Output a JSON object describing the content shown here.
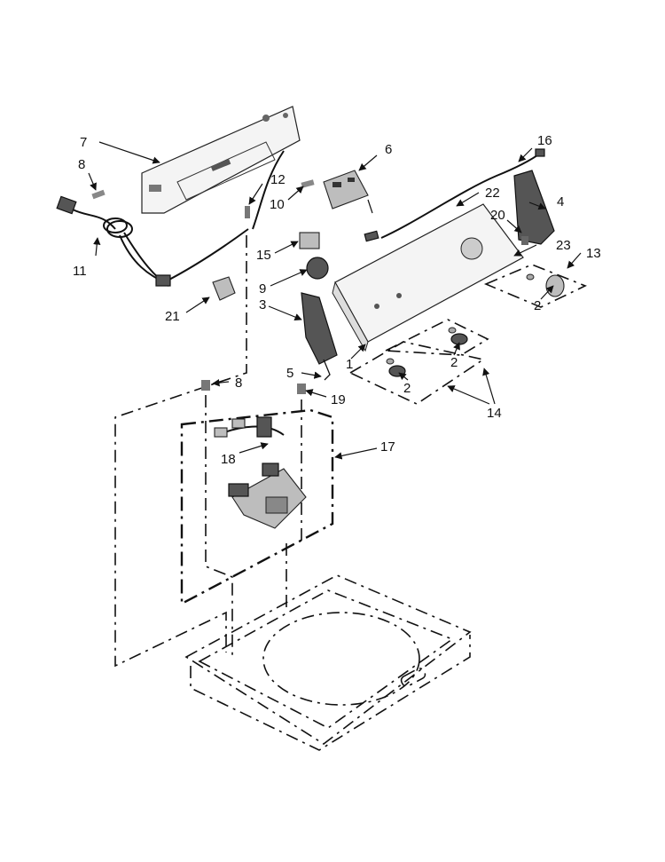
{
  "callouts": {
    "c1": "1",
    "c2a": "2",
    "c2b": "2",
    "c2c": "2",
    "c3": "3",
    "c4": "4",
    "c5": "5",
    "c6": "6",
    "c7": "7",
    "c8a": "8",
    "c8b": "8",
    "c9": "9",
    "c10": "10",
    "c11": "11",
    "c12": "12",
    "c13": "13",
    "c14": "14",
    "c15": "15",
    "c16": "16",
    "c17": "17",
    "c18": "18",
    "c19": "19",
    "c20": "20",
    "c21": "21",
    "c22": "22",
    "c23": "23"
  },
  "colors": {
    "ink": "#111111",
    "part_fill": "#f4f4f4",
    "dark_fill": "#555555",
    "background": "#ffffff"
  }
}
